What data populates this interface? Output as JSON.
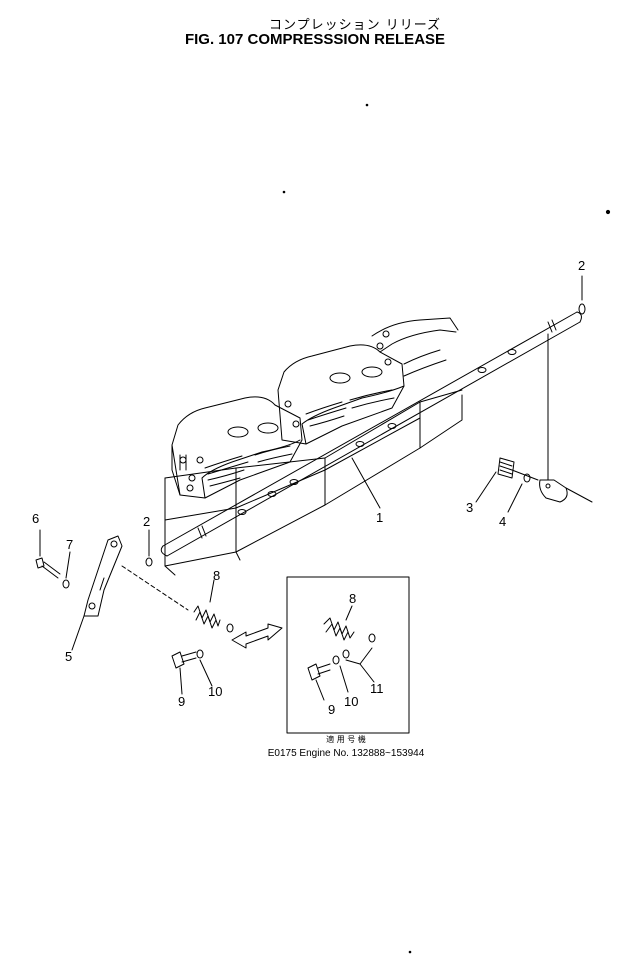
{
  "figure": {
    "title_jp": "コンプレッション リリーズ",
    "title_en": "FIG. 107  COMPRESSSION  RELEASE"
  },
  "callouts": {
    "shaft": "1",
    "ring_right": "2",
    "ring_left": "2",
    "knob": "3",
    "pin": "4",
    "bolt_lever": "6",
    "washer_lever": "7",
    "lever": "5",
    "spring": "8",
    "screw": "9",
    "washer": "10",
    "inset_spring": "8",
    "inset_screw": "9",
    "inset_washer": "10",
    "inset_group": "11"
  },
  "inset": {
    "caption_jp": "適 用 号 機",
    "caption": "E0175  Engine  No. 132888~153944"
  }
}
